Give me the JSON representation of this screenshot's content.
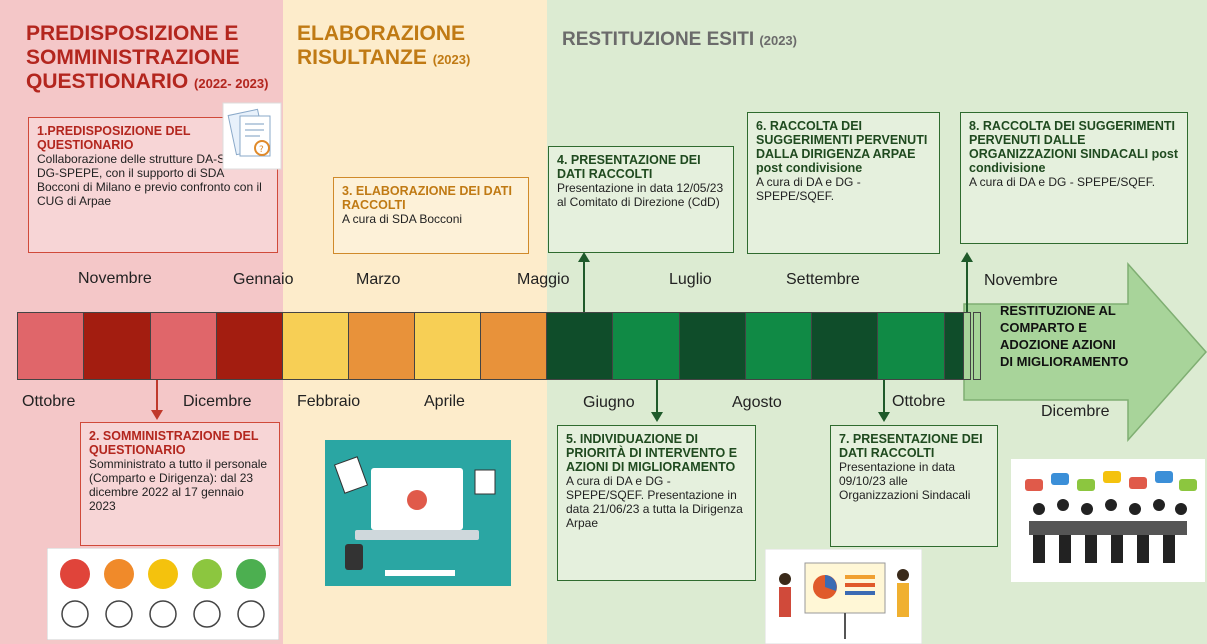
{
  "phases": {
    "p1": {
      "title": "PREDISPOSIZIONE E SOMMINISTRAZIONE QUESTIONARIO",
      "year": "(2022- 2023)"
    },
    "p2": {
      "title": "ELABORAZIONE RISULTANZE",
      "year": "(2023)"
    },
    "p3": {
      "title": "RESTITUZIONE ESITI",
      "year": "(2023)"
    }
  },
  "boxes": {
    "b1": {
      "title": "1.PREDISPOSIZIONE DEL QUESTIONARIO",
      "text": "Collaborazione delle strutture DA-SRU e DG-SPEPE, con il supporto di SDA Bocconi di Milano e previo confronto con il CUG di Arpae"
    },
    "b2": {
      "title": "2. SOMMINISTRAZIONE DEL QUESTIONARIO",
      "text": "Somministrato a tutto il personale (Comparto e Dirigenza): dal 23 dicembre 2022 al 17 gennaio 2023"
    },
    "b3": {
      "title": "3. ELABORAZIONE DEI DATI RACCOLTI",
      "text": "A cura di SDA Bocconi"
    },
    "b4": {
      "title": "4. PRESENTAZIONE DEI DATI RACCOLTI",
      "text": "Presentazione in data 12/05/23 al Comitato di Direzione (CdD)"
    },
    "b5": {
      "title": "5. INDIVIDUAZIONE DI PRIORITÀ DI INTERVENTO E AZIONI DI MIGLIORAMENTO",
      "text": "A cura di DA e DG - SPEPE/SQEF. Presentazione in data 21/06/23 a tutta la Dirigenza Arpae"
    },
    "b6": {
      "title": "6. RACCOLTA DEI SUGGERIMENTI PERVENUTI DALLA DIRIGENZA ARPAE post condivisione",
      "text": "A cura di DA e DG - SPEPE/SQEF."
    },
    "b7": {
      "title": "7. PRESENTAZIONE DEI DATI RACCOLTI",
      "text": "Presentazione in data 09/10/23 alle Organizzazioni Sindacali"
    },
    "b8": {
      "title": "8. RACCOLTA DEI SUGGERIMENTI PERVENUTI DALLE ORGANIZZAZIONI SINDACALI post condivisione",
      "text": "A cura di DA e DG - SPEPE/SQEF."
    }
  },
  "months_top": [
    "Novembre",
    "Gennaio",
    "Marzo",
    "Maggio",
    "Luglio",
    "Settembre",
    "Novembre"
  ],
  "months_bottom": [
    "Ottobre",
    "Dicembre",
    "Febbraio",
    "Aprile",
    "Giugno",
    "Agosto",
    "Ottobre",
    "Dicembre"
  ],
  "final_arrow": "RESTITUZIONE AL COMPARTO E ADOZIONE AZIONI DI MIGLIORAMENTO",
  "colors": {
    "red_dark": "#a31d10",
    "red_light": "#e0666a",
    "yellow": "#f7cf55",
    "orange": "#e8923a",
    "green_dark": "#0f4d2a",
    "green": "#108a45",
    "arrow": "#a8d49a"
  }
}
